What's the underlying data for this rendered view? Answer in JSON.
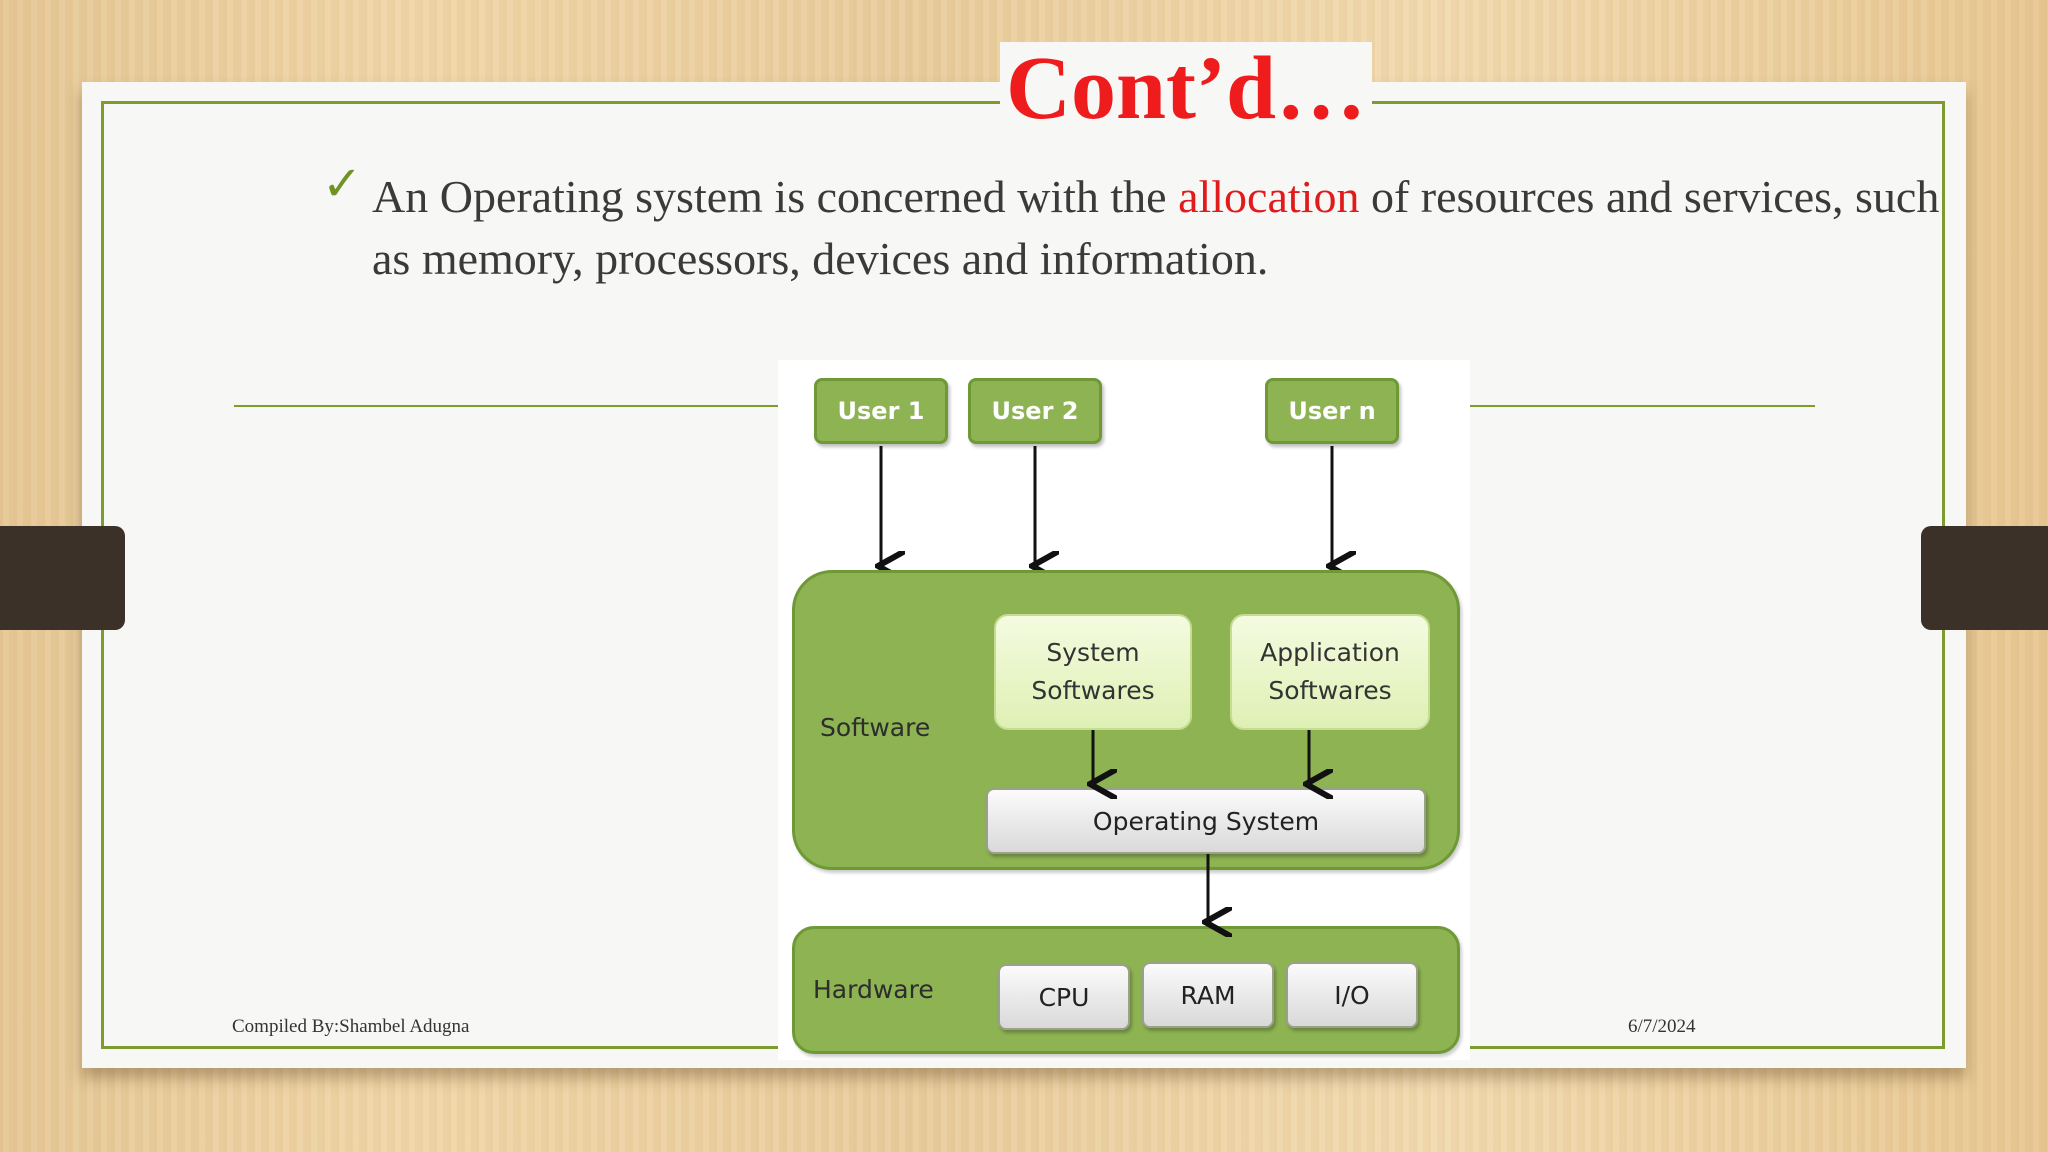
{
  "slide": {
    "title": "Cont’d…",
    "bullet_before": "An Operating system is concerned with the ",
    "bullet_highlight": "allocation",
    "bullet_after": " of resources and services, such as memory, processors, devices and information.",
    "check_icon": "check-icon",
    "footer_left": "Compiled By:Shambel Adugna",
    "footer_right": "6/7/2024"
  },
  "diagram": {
    "users": [
      "User 1",
      "User 2",
      "User n"
    ],
    "software_label": "Software",
    "system_softwares_line1": "System",
    "system_softwares_line2": "Softwares",
    "application_softwares_line1": "Application",
    "application_softwares_line2": "Softwares",
    "operating_system": "Operating System",
    "hardware_label": "Hardware",
    "hardware_items": [
      "CPU",
      "RAM",
      "I/O"
    ]
  },
  "colors": {
    "title": "#ee1c1c",
    "highlight": "#e11b1b",
    "frame": "#7d9b2e",
    "panel_green": "#8db352"
  }
}
